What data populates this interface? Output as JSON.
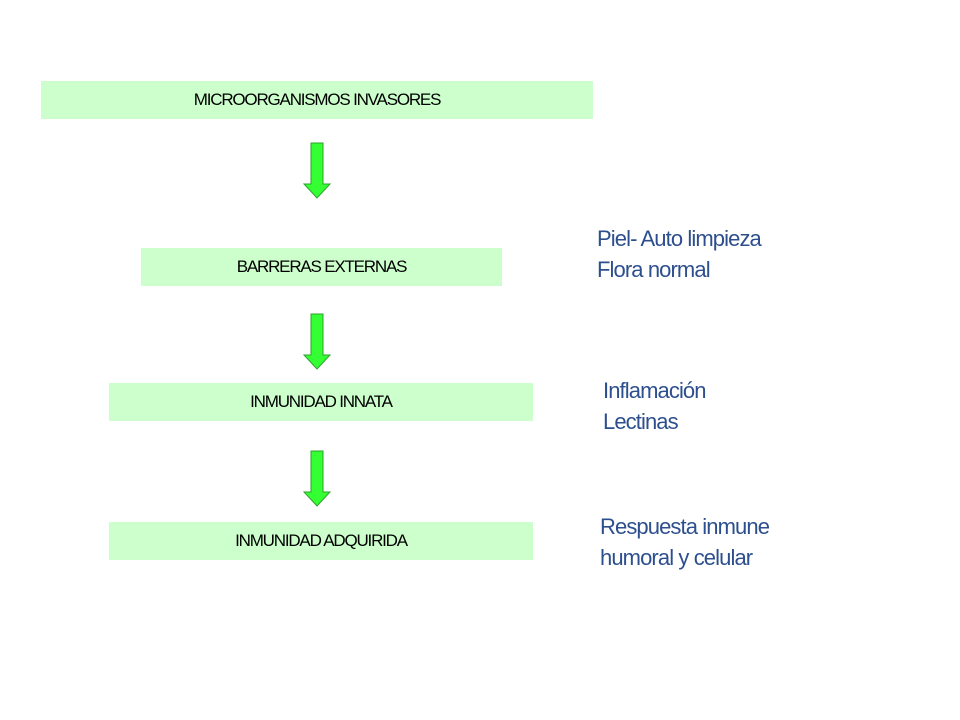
{
  "colors": {
    "box_fill": "#ccffcc",
    "arrow_fill": "#33ff33",
    "arrow_stroke": "#2fa12f",
    "note_text": "#2d4f8e"
  },
  "flow": {
    "steps": [
      {
        "label": "MICROORGANISMOS INVASORES"
      },
      {
        "label": "BARRERAS EXTERNAS"
      },
      {
        "label": "INMUNIDAD INNATA"
      },
      {
        "label": "INMUNIDAD ADQUIRIDA"
      }
    ]
  },
  "notes": [
    {
      "line1": "Piel- Auto limpieza",
      "line2": "Flora normal"
    },
    {
      "line1": "Inflamación",
      "line2": "Lectinas"
    },
    {
      "line1": "Respuesta inmune",
      "line2": "humoral y celular"
    }
  ]
}
